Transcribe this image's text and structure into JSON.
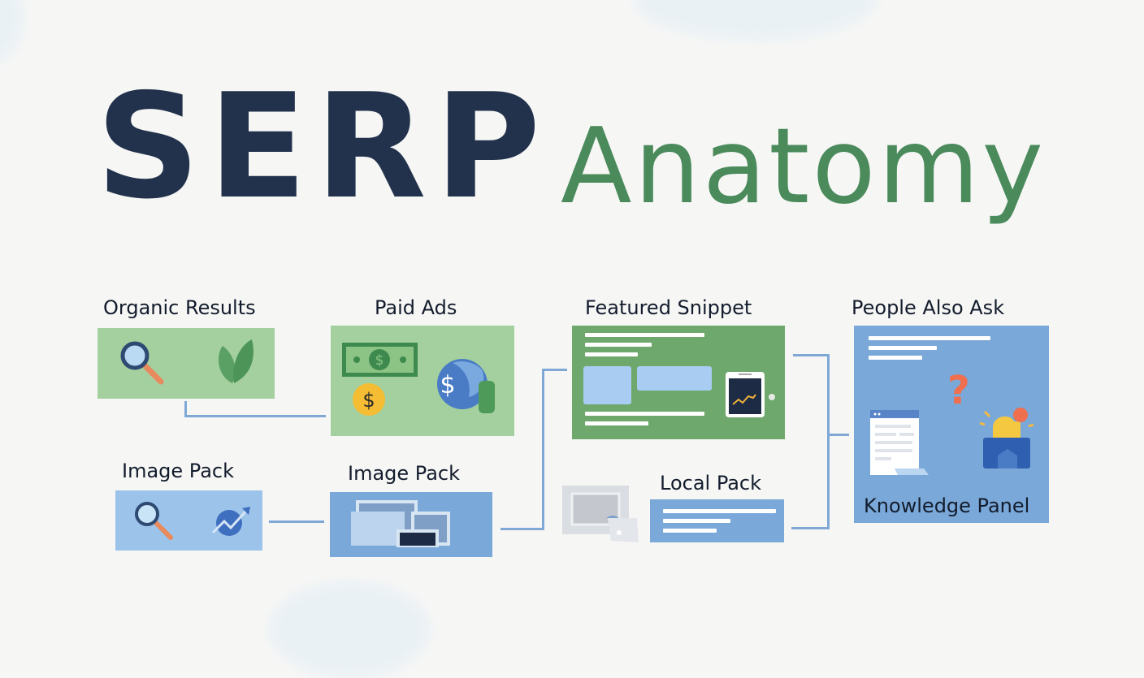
{
  "title": {
    "word1": "SERP",
    "word2": "Anatomy"
  },
  "colors": {
    "title_dark": "#22324c",
    "title_green": "#4a8a5b",
    "card_green_light": "#a4cf9f",
    "card_green": "#6ea86c",
    "card_blue_light": "#9cc3ea",
    "card_blue": "#7aa8d9",
    "connector": "#80a8d6"
  },
  "nodes": {
    "organic_results": {
      "label": "Organic Results",
      "icons": [
        "magnifier-icon",
        "leaf-icon"
      ]
    },
    "paid_ads": {
      "label": "Paid Ads",
      "icons": [
        "banknote-icon",
        "coin-icon",
        "globe-dollar-icon"
      ]
    },
    "featured_snippet": {
      "label": "Featured Snippet",
      "icons": [
        "tablet-chart-icon"
      ]
    },
    "people_also_ask": {
      "label": "People Also Ask",
      "inner_label": "Knowledge Panel",
      "icons": [
        "question-mark-icon",
        "document-icon",
        "puzzle-icon"
      ]
    },
    "image_pack_1": {
      "label": "Image Pack",
      "icons": [
        "magnifier-icon",
        "trend-arrow-icon"
      ]
    },
    "image_pack_2": {
      "label": "Image Pack",
      "icons": [
        "image-stack-icon"
      ]
    },
    "local_pack": {
      "label": "Local Pack",
      "icons": [
        "map-placeholder-icon"
      ]
    }
  }
}
